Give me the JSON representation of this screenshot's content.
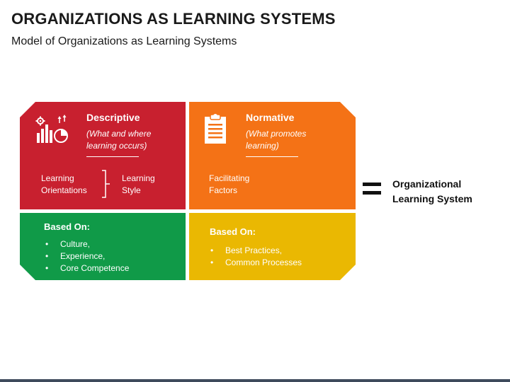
{
  "title": "ORGANIZATIONS AS LEARNING SYSTEMS",
  "subtitle": "Model of Organizations as Learning Systems",
  "descriptive": {
    "heading": "Descriptive",
    "subtitle": "(What and where learning occurs)",
    "left_term": "Learning Orientations",
    "right_term": "Learning Style",
    "icon": "chart-growth-icon",
    "color": "#c8202f"
  },
  "normative": {
    "heading": "Normative",
    "subtitle": "(What promotes learning)",
    "factor": "Facilitating Factors",
    "icon": "clipboard-icon",
    "color": "#f47216"
  },
  "based_on_left": {
    "heading": "Based On:",
    "items": [
      "Culture,",
      "Experience,",
      "Core Competence"
    ],
    "color": "#109a48"
  },
  "based_on_right": {
    "heading": "Based On:",
    "items": [
      "Best Practices,",
      "Common Processes"
    ],
    "color": "#eab802"
  },
  "equals_symbol": "=",
  "result": {
    "line1": "Organizational",
    "line2": "Learning System"
  }
}
